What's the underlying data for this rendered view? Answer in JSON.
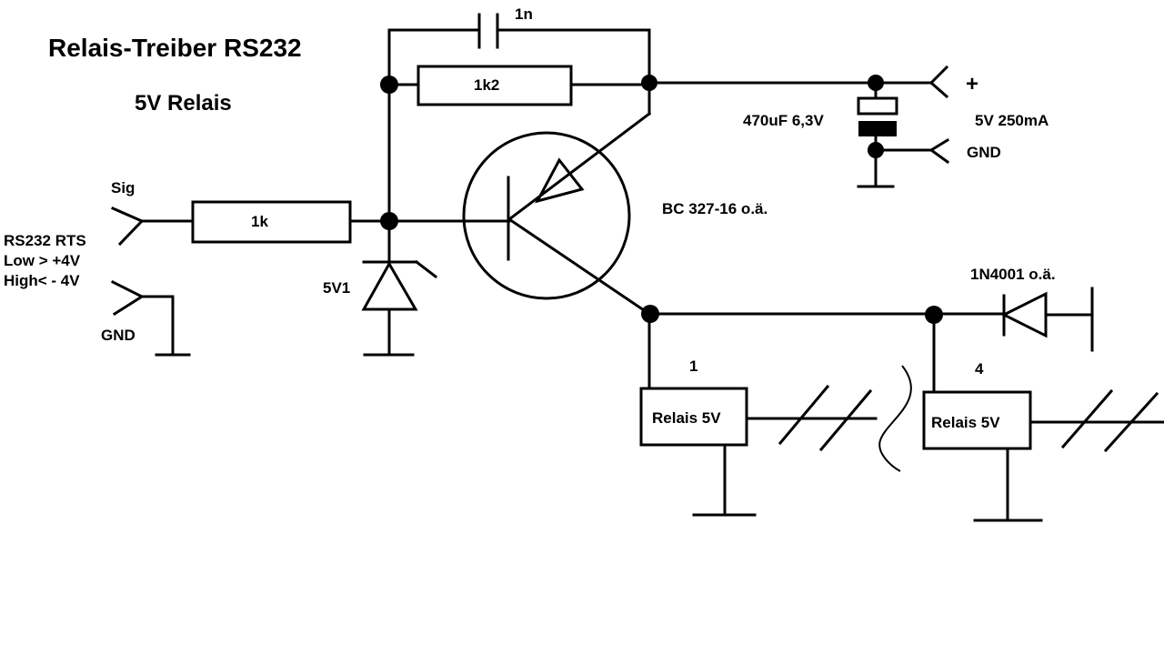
{
  "title": "Relais-Treiber RS232",
  "subtitle": "5V Relais",
  "input": {
    "sig_label": "Sig",
    "rts_label": "RS232 RTS",
    "low_label": "Low >  +4V",
    "high_label": "High<  - 4V",
    "gnd_label": "GND"
  },
  "components": {
    "r_in": "1k",
    "r_fb": "1k2",
    "c_fb": "1n",
    "zener": "5V1",
    "transistor": "BC 327-16 o.ä.",
    "capacitor": "470uF 6,3V",
    "diode": "1N4001 o.ä."
  },
  "supply": {
    "plus_label": "+",
    "rating_label": "5V 250mA",
    "gnd_label": "GND"
  },
  "relays": [
    {
      "index_label": "1",
      "label": "Relais 5V"
    },
    {
      "index_label": "4",
      "label": "Relais 5V"
    }
  ]
}
